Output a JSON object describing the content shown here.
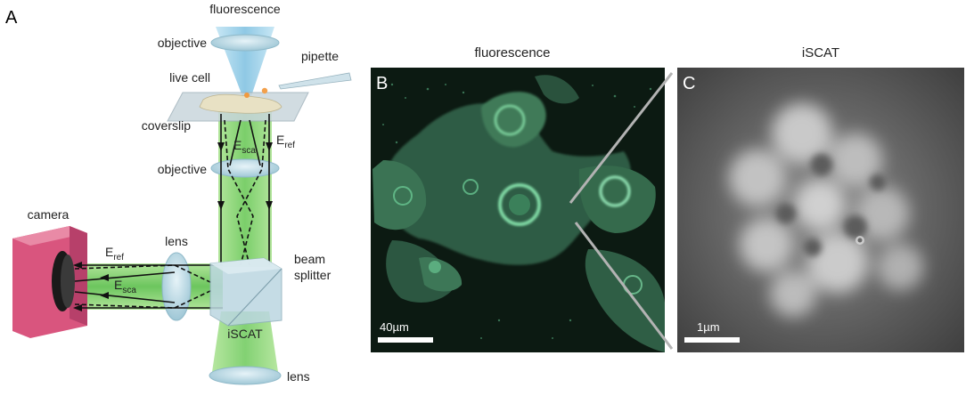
{
  "panels": {
    "a": {
      "letter": "A",
      "labels": {
        "fluorescence": "fluorescence",
        "objective_top": "objective",
        "pipette": "pipette",
        "live_cell": "live cell",
        "coverslip": "coverslip",
        "objective_bottom": "objective",
        "camera": "camera",
        "lens_left": "lens",
        "beam_splitter_1": "beam",
        "beam_splitter_2": "splitter",
        "iscat": "iSCAT",
        "lens_bottom": "lens"
      },
      "fields": {
        "e_sca_top": {
          "main": "E",
          "sub": "sca"
        },
        "e_ref_top": {
          "main": "E",
          "sub": "ref"
        },
        "e_ref_left": {
          "main": "E",
          "sub": "ref"
        },
        "e_sca_left": {
          "main": "E",
          "sub": "sca"
        }
      }
    },
    "b": {
      "letter": "B",
      "title": "fluorescence",
      "scalebar": "40µm"
    },
    "c": {
      "letter": "C",
      "title": "iSCAT",
      "scalebar": "1µm"
    }
  },
  "colors": {
    "beam_green": "#7fd36a",
    "beam_green_dark": "#3fa83a",
    "fluor_blue": "#8fc9e6",
    "optic_glass": "#b8d8e4",
    "camera_pink": "#d9557e",
    "fluor_cell": "#5fbf8a",
    "fluor_bg": "#0c1a12"
  }
}
